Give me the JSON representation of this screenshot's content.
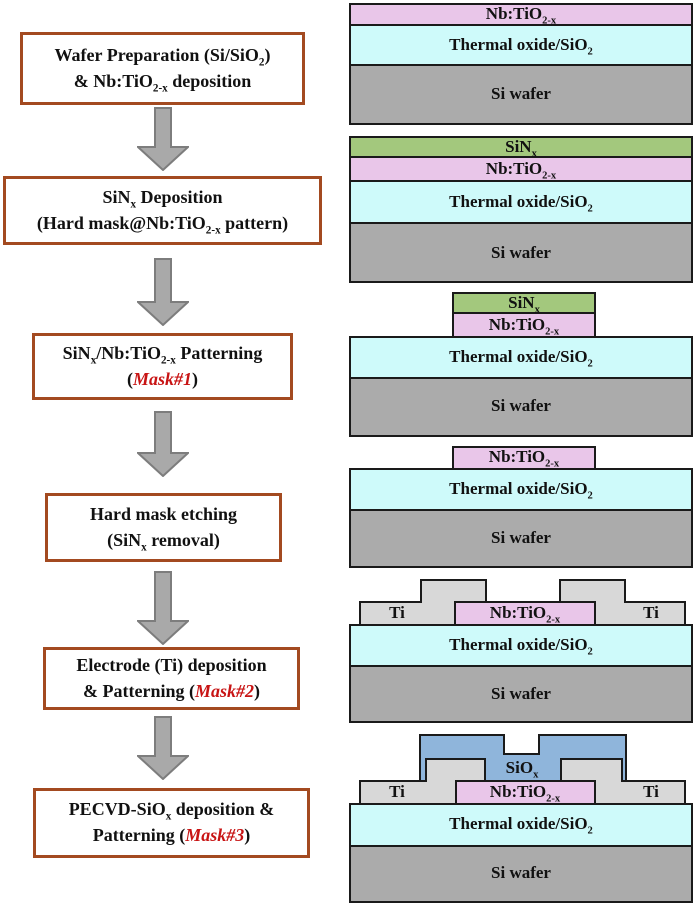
{
  "colors": {
    "text": "#111111",
    "box_border": "#A34A20",
    "mask_text": "#C81414",
    "outline": "#1A1A1A",
    "nbtio_fill": "#E9C6E9",
    "sin_fill": "#A3C87D",
    "oxide_fill": "#CEFAFA",
    "si_fill": "#ABABAB",
    "ti_fill": "#D8D8D8",
    "siox_fill": "#8FB5DB",
    "arrow_fill": "#A9A9A9",
    "arrow_stroke": "#7D7D7D"
  },
  "flow": {
    "steps": [
      {
        "line1": "Wafer Preparation (Si/SiO_{2})",
        "line2_pre": "& Nb:TiO_{2-x} deposition",
        "line2_mask": "",
        "line2_post": ""
      },
      {
        "line1": "SiN_{x} Deposition",
        "line2_pre": "(Hard mask@Nb:TiO_{2-x} pattern)",
        "line2_mask": "",
        "line2_post": ""
      },
      {
        "line1": "SiN_{x}/Nb:TiO_{2-x} Patterning",
        "line2_pre": "(",
        "line2_mask": "Mask#1",
        "line2_post": ")"
      },
      {
        "line1": "Hard mask etching",
        "line2_pre": "(SiN_{x} removal)",
        "line2_mask": "",
        "line2_post": ""
      },
      {
        "line1": "Electrode (Ti) deposition",
        "line2_pre": "& Patterning (",
        "line2_mask": "Mask#2",
        "line2_post": ")"
      },
      {
        "line1": "PECVD-SiO_{x} deposition &",
        "line2_pre": "Patterning (",
        "line2_mask": "Mask#3",
        "line2_post": ")"
      }
    ]
  },
  "diagrams": [
    {
      "layers": {
        "nbtio": "Nb:TiO_{2-x}",
        "oxide": "Thermal oxide/SiO_{2}",
        "si": "Si wafer"
      }
    },
    {
      "layers": {
        "sin": "SiN_{x}",
        "nbtio": "Nb:TiO_{2-x}",
        "oxide": "Thermal oxide/SiO_{2}",
        "si": "Si wafer"
      }
    },
    {
      "layers": {
        "sin": "SiN_{x}",
        "nbtio": "Nb:TiO_{2-x}",
        "oxide": "Thermal oxide/SiO_{2}",
        "si": "Si wafer"
      }
    },
    {
      "layers": {
        "nbtio": "Nb:TiO_{2-x}",
        "oxide": "Thermal oxide/SiO_{2}",
        "si": "Si wafer"
      }
    },
    {
      "layers": {
        "ti_left": "Ti",
        "nbtio": "Nb:TiO_{2-x}",
        "ti_right": "Ti",
        "oxide": "Thermal oxide/SiO_{2}",
        "si": "Si wafer"
      }
    },
    {
      "layers": {
        "siox": "SiO_{x}",
        "ti_left": "Ti",
        "nbtio": "Nb:TiO_{2-x}",
        "ti_right": "Ti",
        "oxide": "Thermal oxide/SiO_{2}",
        "si": "Si wafer"
      }
    }
  ]
}
